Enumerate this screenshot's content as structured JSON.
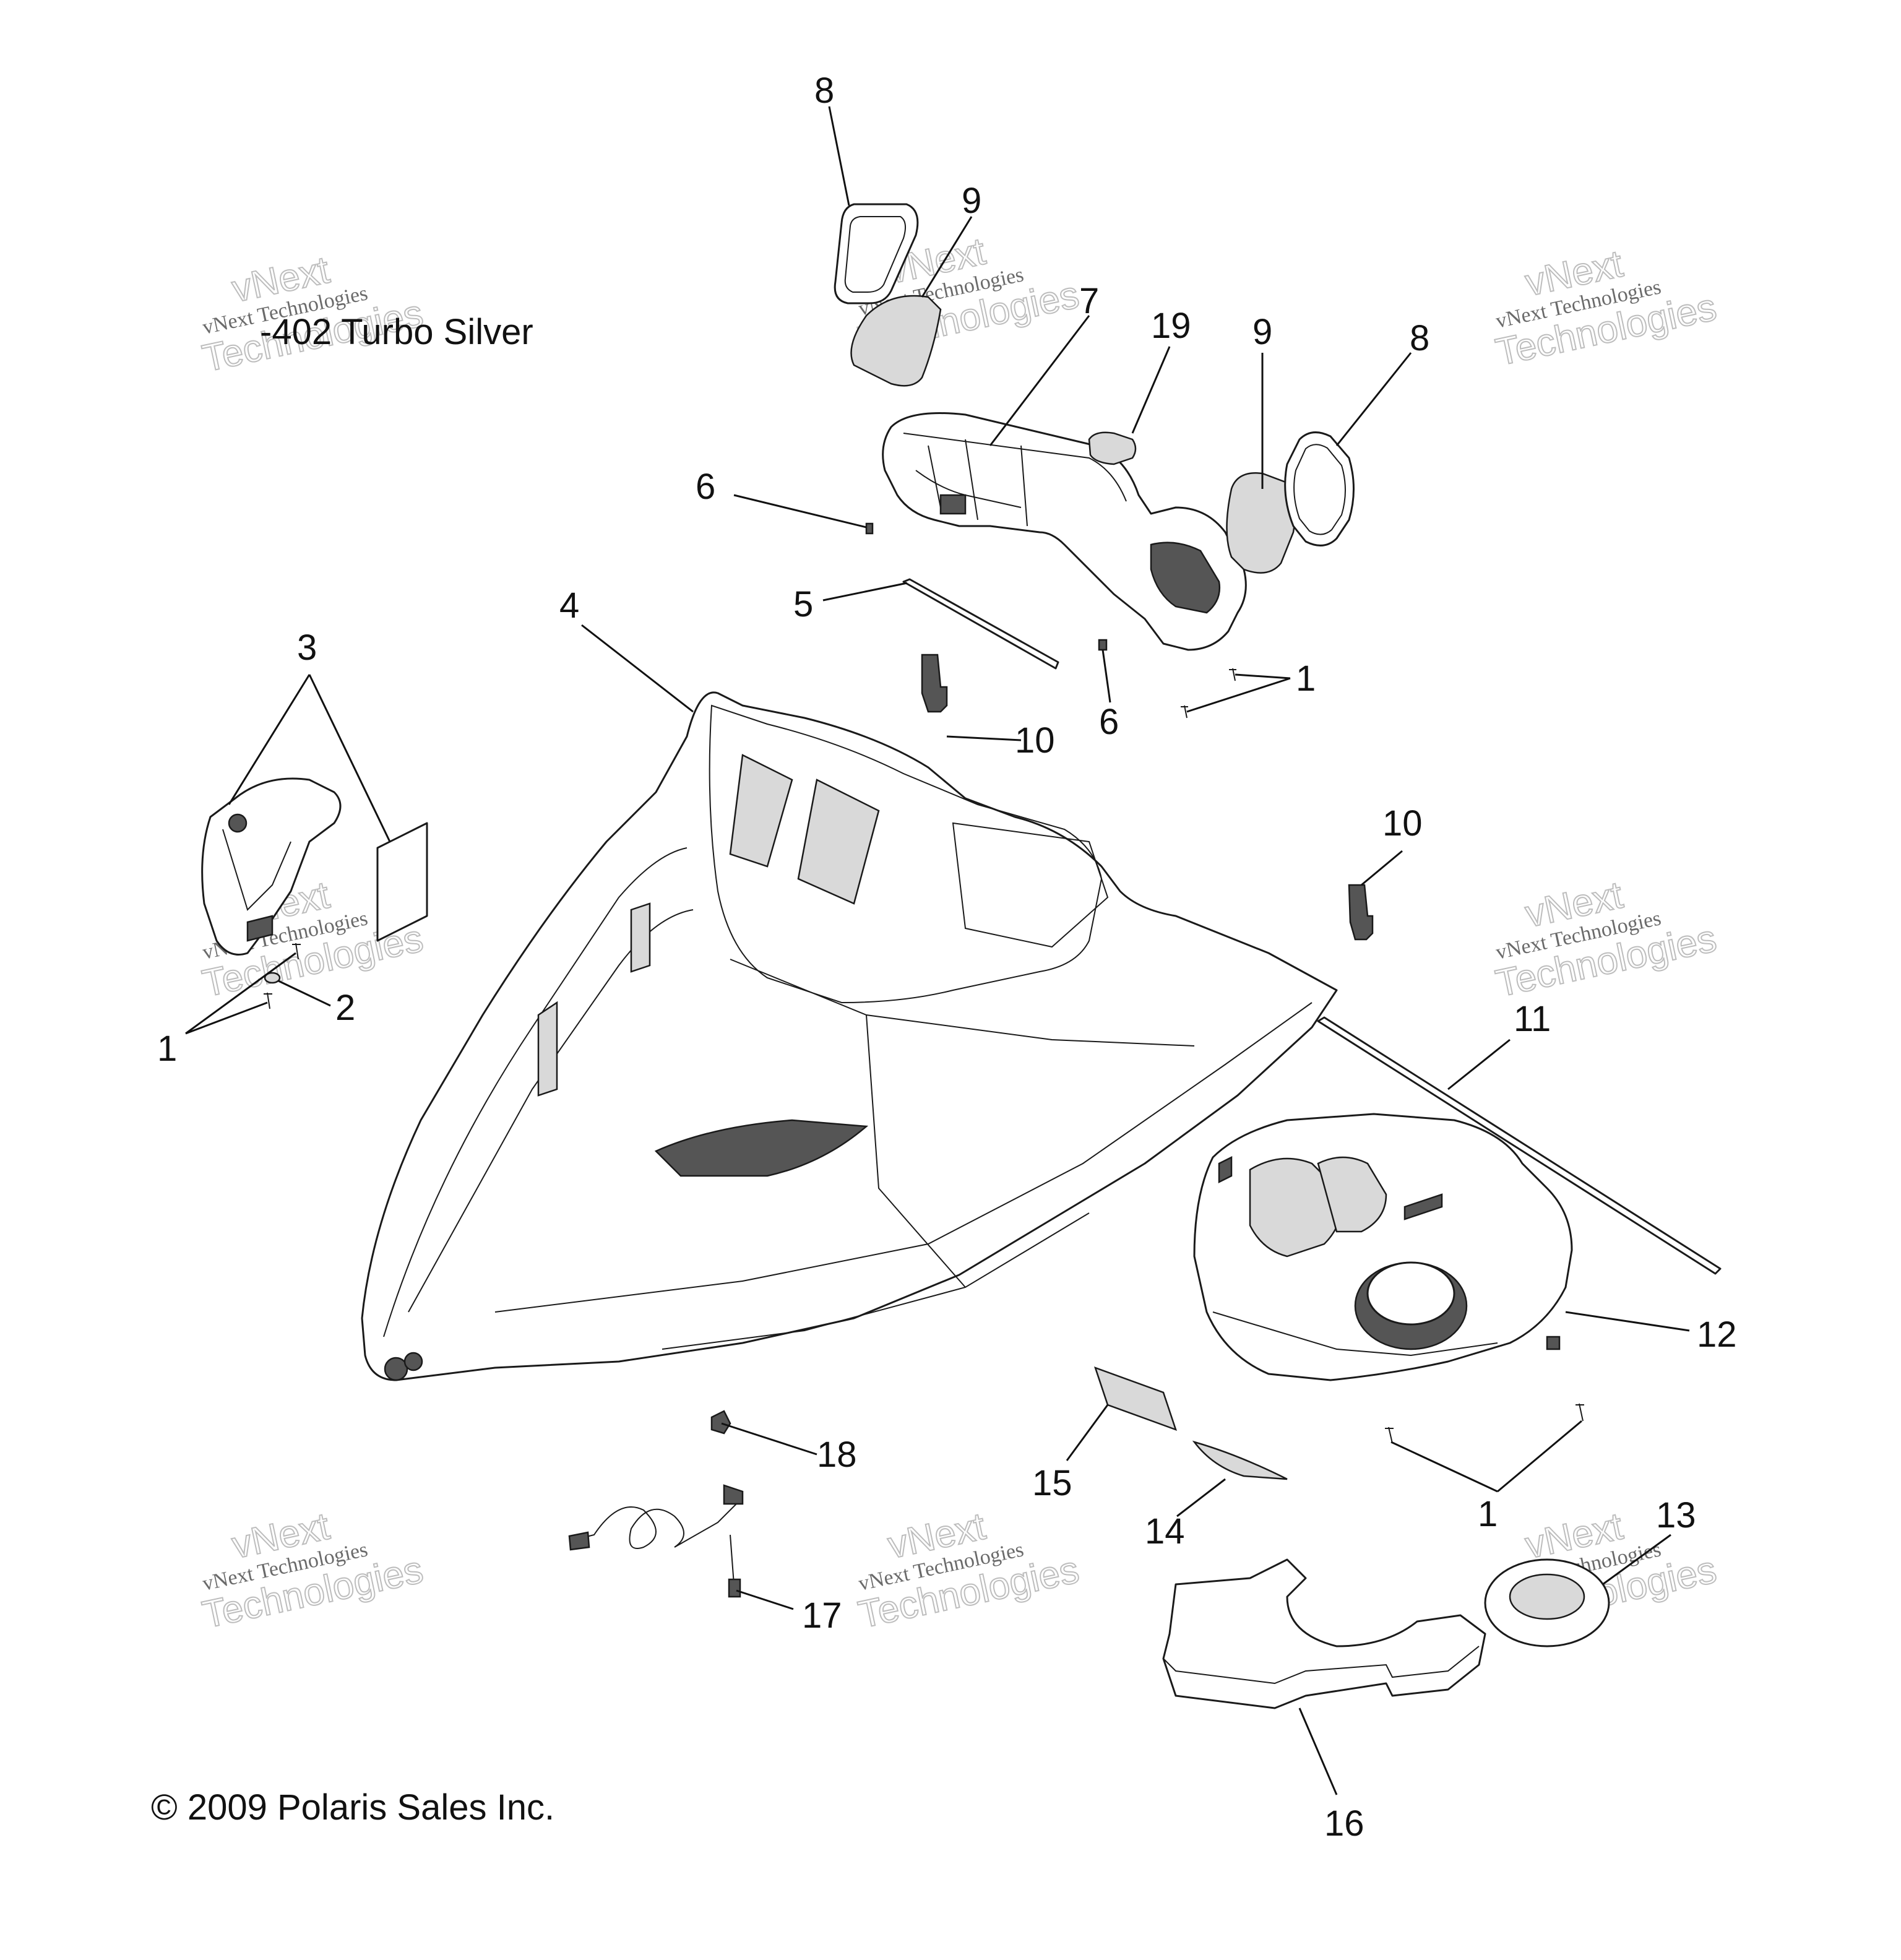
{
  "diagram": {
    "variant_note": "-402 Turbo Silver",
    "copyright": "© 2009 Polaris Sales Inc.",
    "callouts": [
      {
        "id": "8a",
        "label": "8"
      },
      {
        "id": "9a",
        "label": "9"
      },
      {
        "id": "7",
        "label": "7"
      },
      {
        "id": "19",
        "label": "19"
      },
      {
        "id": "9b",
        "label": "9"
      },
      {
        "id": "8b",
        "label": "8"
      },
      {
        "id": "6a",
        "label": "6"
      },
      {
        "id": "5",
        "label": "5"
      },
      {
        "id": "4",
        "label": "4"
      },
      {
        "id": "3",
        "label": "3"
      },
      {
        "id": "10a",
        "label": "10"
      },
      {
        "id": "6b",
        "label": "6"
      },
      {
        "id": "1a",
        "label": "1"
      },
      {
        "id": "10b",
        "label": "10"
      },
      {
        "id": "2",
        "label": "2"
      },
      {
        "id": "1b",
        "label": "1"
      },
      {
        "id": "11",
        "label": "11"
      },
      {
        "id": "12",
        "label": "12"
      },
      {
        "id": "18",
        "label": "18"
      },
      {
        "id": "15",
        "label": "15"
      },
      {
        "id": "14",
        "label": "14"
      },
      {
        "id": "1c",
        "label": "1"
      },
      {
        "id": "13",
        "label": "13"
      },
      {
        "id": "17",
        "label": "17"
      },
      {
        "id": "16",
        "label": "16"
      }
    ],
    "watermark": {
      "line1": "vNext",
      "line2": "vNext Technologies",
      "line3": "Technologies"
    }
  }
}
